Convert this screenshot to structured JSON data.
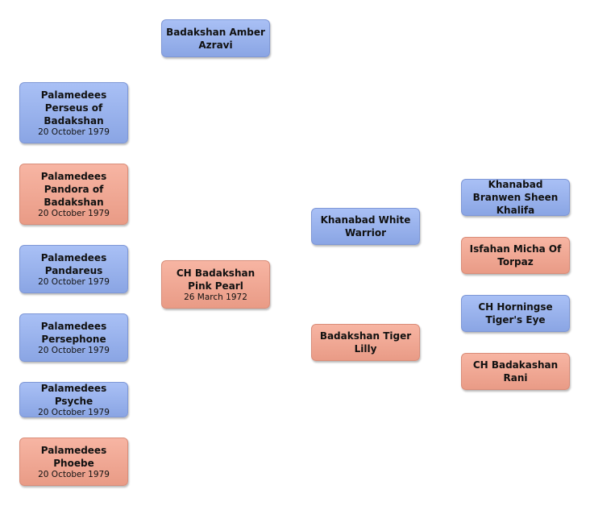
{
  "nodes": {
    "amber": {
      "name": "Badakshan Amber Azravi",
      "date": ""
    },
    "perseus": {
      "name": "Palamedees Perseus of Badakshan",
      "date": "20 October 1979"
    },
    "pandora": {
      "name": "Palamedees Pandora of Badakshan",
      "date": "20 October 1979"
    },
    "pandareus": {
      "name": "Palamedees Pandareus",
      "date": "20 October 1979"
    },
    "persephone": {
      "name": "Palamedees Persephone",
      "date": "20 October 1979"
    },
    "psyche": {
      "name": "Palamedees Psyche",
      "date": "20 October 1979"
    },
    "phoebe": {
      "name": "Palamedees Phoebe",
      "date": "20 October 1979"
    },
    "pink_pearl": {
      "name": "CH Badakshan Pink Pearl",
      "date": "26 March 1972"
    },
    "white_warrior": {
      "name": "Khanabad White Warrior",
      "date": ""
    },
    "tiger_lilly": {
      "name": "Badakshan Tiger Lilly",
      "date": ""
    },
    "branwen": {
      "name": "Khanabad Branwen Sheen Khalifa",
      "date": ""
    },
    "micha": {
      "name": "Isfahan Micha Of Torpaz",
      "date": ""
    },
    "horningse": {
      "name": "CH Horningse Tiger's Eye",
      "date": ""
    },
    "rani": {
      "name": "CH Badakashan Rani",
      "date": ""
    }
  },
  "colors": {
    "male_box": "#9bb3ee",
    "female_box": "#f2ab97"
  }
}
